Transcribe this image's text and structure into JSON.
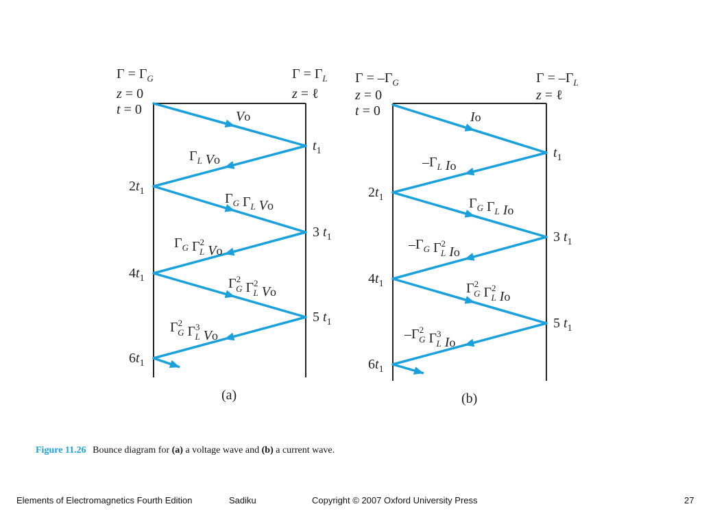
{
  "colors": {
    "wave": "#1aa0db",
    "line": "#222222",
    "caption_label": "#1aa0db"
  },
  "diagram_a": {
    "label": "(a)",
    "left_header": {
      "gamma": "Γ = Γ",
      "gamma_sub": "G",
      "z": "z",
      "z_val": " = 0",
      "t": "t",
      "t_val": " = 0"
    },
    "right_header": {
      "gamma": "Γ = Γ",
      "gamma_sub": "L",
      "z": "z",
      "z_val": " = ℓ"
    },
    "wave_labels": [
      {
        "prefix": "",
        "main": "V",
        "sub": "o"
      },
      {
        "prefix": "",
        "main": "ΓL V",
        "sub": "o"
      },
      {
        "prefix": "",
        "main": "ΓG ΓL V",
        "sub": "o"
      },
      {
        "prefix": "",
        "main": "ΓG ΓL² V",
        "sub": "o"
      },
      {
        "prefix": "",
        "main": "ΓG² ΓL² V",
        "sub": "o"
      },
      {
        "prefix": "",
        "main": "ΓG² ΓL³ V",
        "sub": "o"
      }
    ]
  },
  "diagram_b": {
    "label": "(b)",
    "left_header": {
      "gamma": "Γ = –Γ",
      "gamma_sub": "G",
      "z": "z",
      "z_val": " = 0",
      "t": "t",
      "t_val": " = 0"
    },
    "right_header": {
      "gamma": "Γ = –Γ",
      "gamma_sub": "L",
      "z": "z",
      "z_val": " = ℓ"
    },
    "wave_labels": [
      {
        "prefix": "",
        "main": "I",
        "sub": "o"
      },
      {
        "prefix": "–",
        "main": "ΓL I",
        "sub": "o"
      },
      {
        "prefix": "",
        "main": "ΓG ΓL I",
        "sub": "o"
      },
      {
        "prefix": "–",
        "main": "ΓG ΓL² I",
        "sub": "o"
      },
      {
        "prefix": "",
        "main": "ΓG² ΓL² I",
        "sub": "o"
      },
      {
        "prefix": "–",
        "main": "ΓG² ΓL³ I",
        "sub": "o"
      }
    ]
  },
  "time_labels": {
    "right": [
      {
        "coef": "",
        "t": "t",
        "sub": "1"
      },
      {
        "coef": "3",
        "t": "t",
        "sub": "1"
      },
      {
        "coef": "5",
        "t": "t",
        "sub": "1"
      }
    ],
    "left": [
      {
        "coef": "2",
        "t": "t",
        "sub": "1"
      },
      {
        "coef": "4",
        "t": "t",
        "sub": "1"
      },
      {
        "coef": "6",
        "t": "t",
        "sub": "1"
      }
    ]
  },
  "caption": {
    "figure": "Figure 11.26",
    "text1": "Bounce diagram for ",
    "a": "(a)",
    "text2": " a voltage wave and ",
    "b": "(b)",
    "text3": " a current wave."
  },
  "footer": {
    "book": "Elements of Electromagnetics Fourth Edition",
    "author": "Sadiku",
    "copyright": "Copyright © 2007 Oxford University Press",
    "page": "27"
  }
}
